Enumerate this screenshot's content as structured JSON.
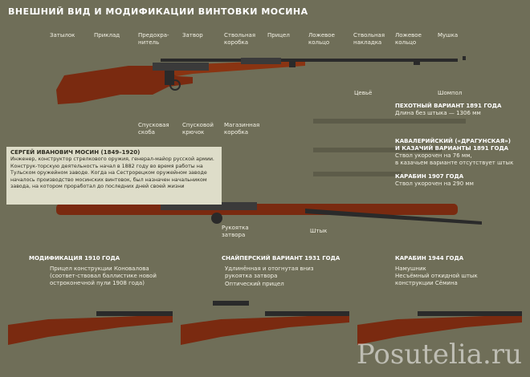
{
  "title": "ВНЕШНИЙ ВИД И МОДИФИКАЦИИ ВИНТОВКИ МОСИНА",
  "parts": {
    "butt": "Затылок",
    "stock": "Приклад",
    "safety": "Предохра-\nнитель",
    "bolt": "Затвор",
    "receiver": "Ствольная\nкоробка",
    "sight": "Прицел",
    "false_ring": "Ложевое\nкольцо",
    "barrel_band": "Ствольная\nнакладка",
    "false_ring2": "Ложевое\nкольцо",
    "front_sight": "Мушка",
    "trigger_guard": "Спусковая\nскоба",
    "trigger": "Спусковой\nкрючок",
    "magazine": "Магазинная\nкоробка",
    "forestock": "Цевьё",
    "cleaning_rod": "Шомпол",
    "bolt_handle": "Рукоятка\nзатвора",
    "bayonet": "Штык"
  },
  "variants": [
    {
      "title": "ПЕХОТНЫЙ ВАРИАНТ 1891 ГОДА",
      "text": "Длина без штыка — 1306 мм"
    },
    {
      "title": "КАВАЛЕРИЙСКИЙ («ДРАГУНСКАЯ»)\nИ КАЗАЧИЙ ВАРИАНТЫ 1891 ГОДА",
      "text": "Ствол укорочен на 76 мм,\nв казачьем варианте отсутствует штык"
    },
    {
      "title": "КАРАБИН 1907 ГОДА",
      "text": "Ствол укорочен на 290 мм"
    }
  ],
  "bio": {
    "title": "СЕРГЕЙ ИВАНОВИЧ МОСИН (1849–1920)",
    "text": "Инженер, конструктор стрелкового оружия, генерал-майор русской армии. Конструк-торскую деятельность начал в 1882 году во время работы на Тульском оружейном заводе. Когда на Сестрорецком оружейном заводе началось производство мосинских винтовок, был назначен начальником завода, на котором проработал до последних дней своей жизни"
  },
  "modifications": [
    {
      "title": "МОДИФИКАЦИЯ 1910 ГОДА",
      "text": "Прицел конструкции Коновалова (соответ-ствовал баллистике новой остроконечной пули 1908 года)"
    },
    {
      "title": "СНАЙПЕРСКИЙ ВАРИАНТ 1931 ГОДА",
      "text": "Удлинённая и отогнутая вниз рукоятка затвора",
      "text2": "Оптический прицел"
    },
    {
      "title": "КАРАБИН 1944 ГОДА",
      "text": "Намушник",
      "text2": "Несъёмный откидной штык конструкции Сёмина"
    }
  ],
  "watermark": "Posutelia.ru",
  "colors": {
    "background": "#6f6e58",
    "wood": "#7a2a10",
    "metal": "#2b2b2b",
    "bio_box": "#deddc9"
  }
}
